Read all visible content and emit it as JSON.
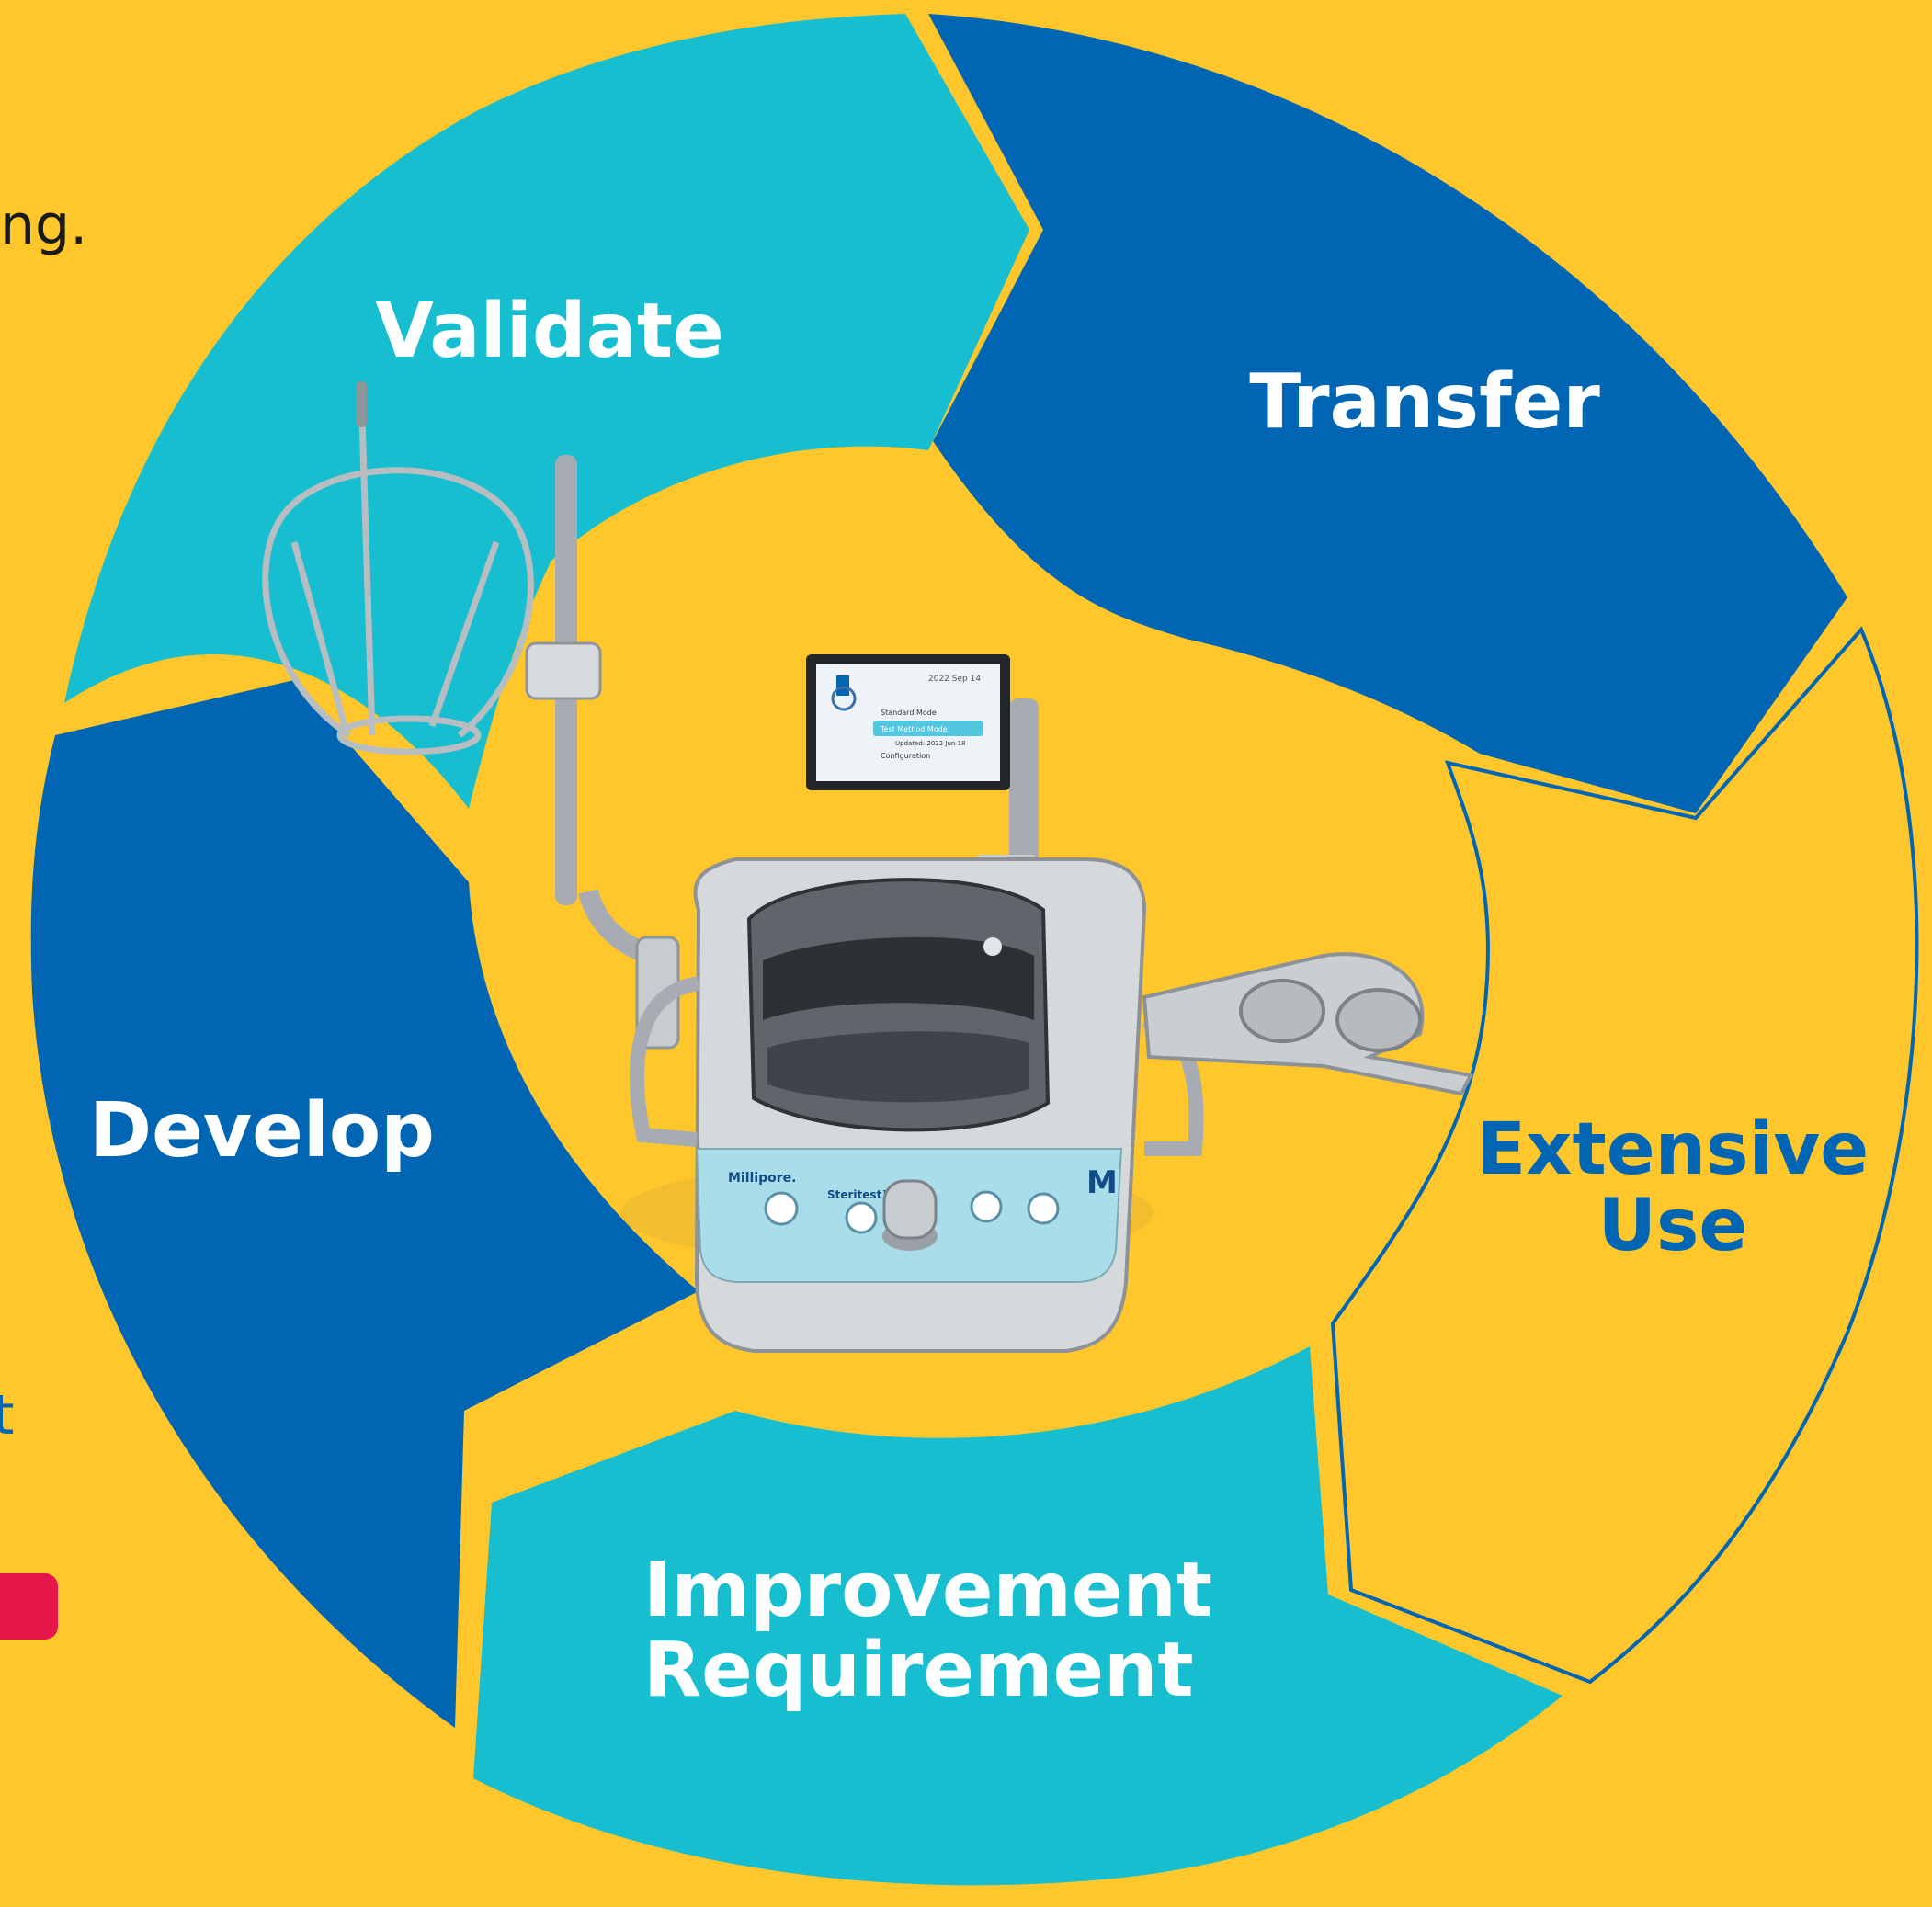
{
  "background_color": "#FFC72C",
  "segments": [
    {
      "id": "validate",
      "label_lines": [
        "Validate"
      ],
      "fill": "#17BECF",
      "text_color": "#FFFFFF"
    },
    {
      "id": "transfer",
      "label_lines": [
        "Transfer"
      ],
      "fill": "#0066B3",
      "text_color": "#FFFFFF"
    },
    {
      "id": "extensive_use",
      "label_lines": [
        "Extensive",
        "Use"
      ],
      "fill": "none",
      "text_color": "#0066B3"
    },
    {
      "id": "improvement_requirement",
      "label_lines": [
        "Improvement",
        "Requirement"
      ],
      "fill": "#17BECF",
      "text_color": "#FFFFFF"
    },
    {
      "id": "develop",
      "label_lines": [
        "Develop"
      ],
      "fill": "#0066B3",
      "text_color": "#FFFFFF"
    }
  ],
  "clipped_text": {
    "top_left": "ng.",
    "left_fragment": "t"
  },
  "device": {
    "brand": "Millipore.",
    "product": "Steritest™ Sym",
    "screen": {
      "header": "2022 Sep 14",
      "menu": [
        "Standard Mode",
        "Test Method Mode",
        "Updated: 2022 Jun 18",
        "Configuration"
      ]
    }
  },
  "accent_red": "#E5174A"
}
